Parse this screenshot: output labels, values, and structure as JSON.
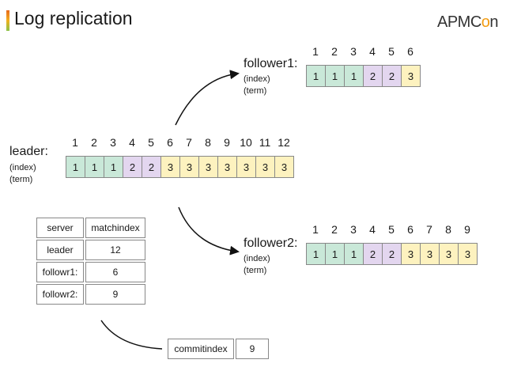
{
  "title": "Log replication",
  "logo": {
    "main": "APMC",
    "accent": "o",
    "tail": "n"
  },
  "leader": {
    "label": "leader:",
    "sub1": "(index)",
    "sub2": "(term)",
    "indices": [
      "1",
      "2",
      "3",
      "4",
      "5",
      "6",
      "7",
      "8",
      "9",
      "10",
      "11",
      "12"
    ],
    "terms": [
      "1",
      "1",
      "1",
      "2",
      "2",
      "3",
      "3",
      "3",
      "3",
      "3",
      "3",
      "3"
    ]
  },
  "follower1": {
    "label": "follower1:",
    "sub1": "(index)",
    "sub2": "(term)",
    "indices": [
      "1",
      "2",
      "3",
      "4",
      "5",
      "6"
    ],
    "terms": [
      "1",
      "1",
      "1",
      "2",
      "2",
      "3"
    ]
  },
  "follower2": {
    "label": "follower2:",
    "sub1": "(index)",
    "sub2": "(term)",
    "indices": [
      "1",
      "2",
      "3",
      "4",
      "5",
      "6",
      "7",
      "8",
      "9"
    ],
    "terms": [
      "1",
      "1",
      "1",
      "2",
      "2",
      "3",
      "3",
      "3",
      "3"
    ]
  },
  "matchtable": {
    "headers": [
      "server",
      "matchindex"
    ],
    "rows": [
      [
        "leader",
        "12"
      ],
      [
        "followr1:",
        "6"
      ],
      [
        "followr2:",
        "9"
      ]
    ]
  },
  "commit": {
    "label": "commitindex",
    "value": "9"
  },
  "colors": {
    "term1": "#c9e8d8",
    "term2": "#e3d6ef",
    "term3": "#fdf2bf"
  }
}
